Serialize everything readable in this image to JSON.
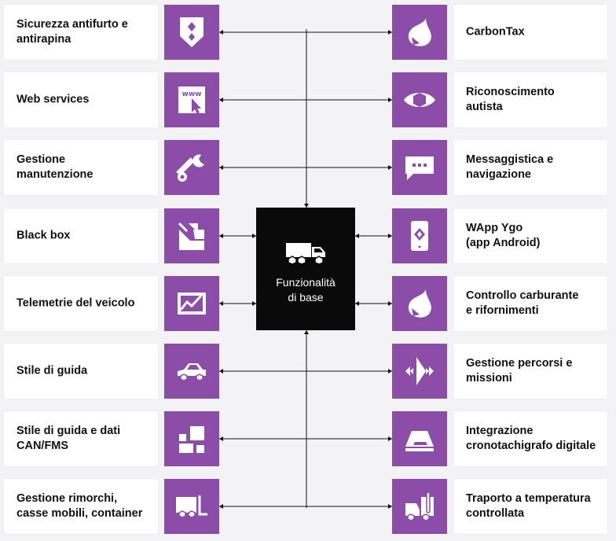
{
  "center": {
    "label": "Funzionalità\ndi base",
    "icon": "truck-icon"
  },
  "left_items": [
    {
      "label": "Sicurezza antifurto e\nantirapina",
      "icon": "shield-icon"
    },
    {
      "label": "Web services",
      "icon": "www-cursor-icon"
    },
    {
      "label": "Gestione\nmanutenzione",
      "icon": "wrench-icon"
    },
    {
      "label": "Black box",
      "icon": "black-box-icon"
    },
    {
      "label": "Telemetrie del veicolo",
      "icon": "telemetry-chart-icon"
    },
    {
      "label": "Stile di guida",
      "icon": "car-icon"
    },
    {
      "label": "Stile di guida e dati\nCAN/FMS",
      "icon": "data-blocks-icon"
    },
    {
      "label": "Gestione rimorchi,\ncasse mobili, container",
      "icon": "trailer-icon"
    }
  ],
  "right_items": [
    {
      "label": "CarbonTax",
      "icon": "drop-icon"
    },
    {
      "label": "Riconoscimento\nautista",
      "icon": "eye-icon"
    },
    {
      "label": "Messaggistica e\nnavigazione",
      "icon": "message-icon"
    },
    {
      "label": "WApp Ygo\n(app Android)",
      "icon": "phone-icon"
    },
    {
      "label": "Controllo carburante\ne rifornimenti",
      "icon": "fuel-drop-icon"
    },
    {
      "label": "Gestione percorsi e\nmissioni",
      "icon": "route-arrows-icon"
    },
    {
      "label": "Integrazione\ncronotachigrafo digitale",
      "icon": "tachograph-icon"
    },
    {
      "label": "Traporto a temperatura\ncontrollata",
      "icon": "thermometer-truck-icon"
    }
  ],
  "colors": {
    "icon_bg": "#8b4da8",
    "center_bg": "#0a0a0a",
    "card_bg": "#ffffff",
    "page_bg": "#f3f3f5",
    "line": "#111111"
  }
}
